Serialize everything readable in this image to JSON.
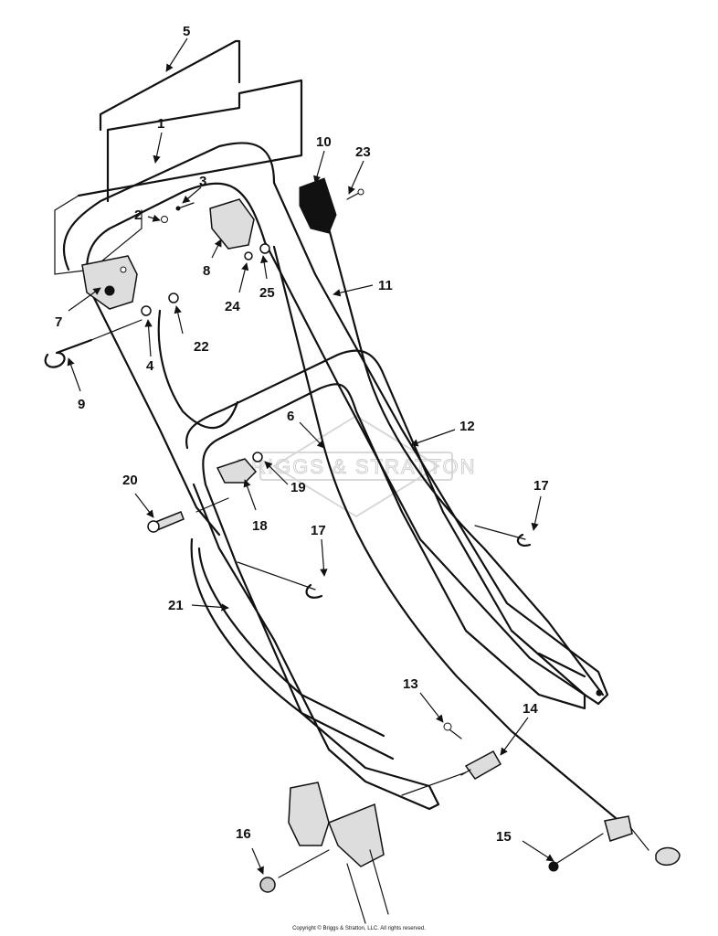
{
  "callouts": [
    "1",
    "2",
    "3",
    "4",
    "5",
    "6",
    "7",
    "8",
    "9",
    "10",
    "11",
    "12",
    "13",
    "14",
    "15",
    "16",
    "17",
    "17",
    "18",
    "19",
    "20",
    "21",
    "22",
    "23",
    "24",
    "25"
  ],
  "watermark": "BRIGGS & STRATTON",
  "copyright": "Copyright © Briggs & Stratton, LLC. All rights reserved."
}
